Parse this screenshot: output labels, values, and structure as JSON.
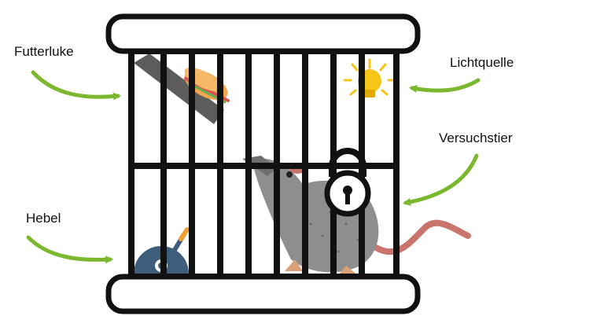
{
  "diagram": {
    "labels": {
      "futterluke": "Futterluke",
      "hebel": "Hebel",
      "lichtquelle": "Lichtquelle",
      "versuchstier": "Versuchstier"
    }
  },
  "colors": {
    "arrow": "#7cb82f",
    "cage": "#111111",
    "rat": "#8e8e8e",
    "rat_tail": "#c9756d",
    "food_ramp": "#5a5a5a",
    "bulb": "#f5c518",
    "lever_base": "#3f5e7c",
    "lever_handle": "#f0a030"
  },
  "icons": [
    "cage",
    "rat",
    "sandwich-icon",
    "light-bulb-icon",
    "padlock-icon",
    "lever-icon",
    "arrow-icon"
  ]
}
